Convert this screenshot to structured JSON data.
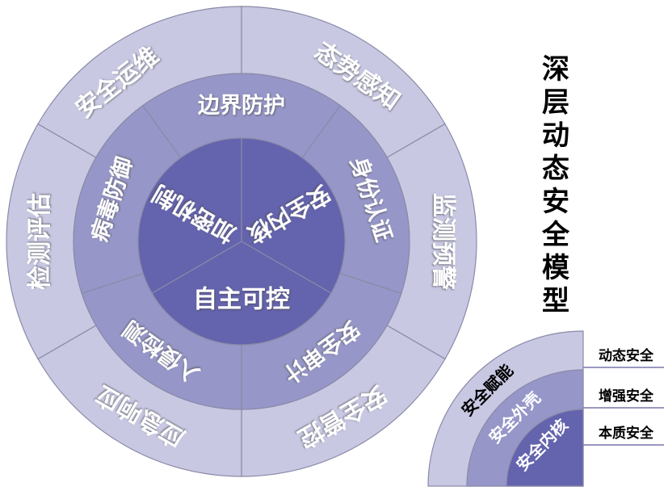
{
  "title_chars": [
    "深",
    "层",
    "动",
    "态",
    "安",
    "全",
    "模",
    "型"
  ],
  "core": {
    "label": "自主可控",
    "slices": [
      "加密机制",
      "安全内核"
    ]
  },
  "middle_ring": {
    "segments": [
      "边界防护",
      "身份认证",
      "安全审计",
      "入侵检测",
      "病毒防御"
    ]
  },
  "outer_ring": {
    "segments": [
      "态势感知",
      "监测预警",
      "安全管控",
      "应急响应",
      "检测评估",
      "安全运维"
    ]
  },
  "legend": {
    "bands": [
      "安全赋能",
      "安全外壳",
      "安全内核"
    ],
    "labels": [
      "动态安全",
      "增强安全",
      "本质安全"
    ]
  },
  "colors": {
    "outer": "#c8c8e3",
    "middle": "#9696c8",
    "inner": "#6463ad",
    "border": "#8a8aa8",
    "text_light": "#ffffff"
  }
}
